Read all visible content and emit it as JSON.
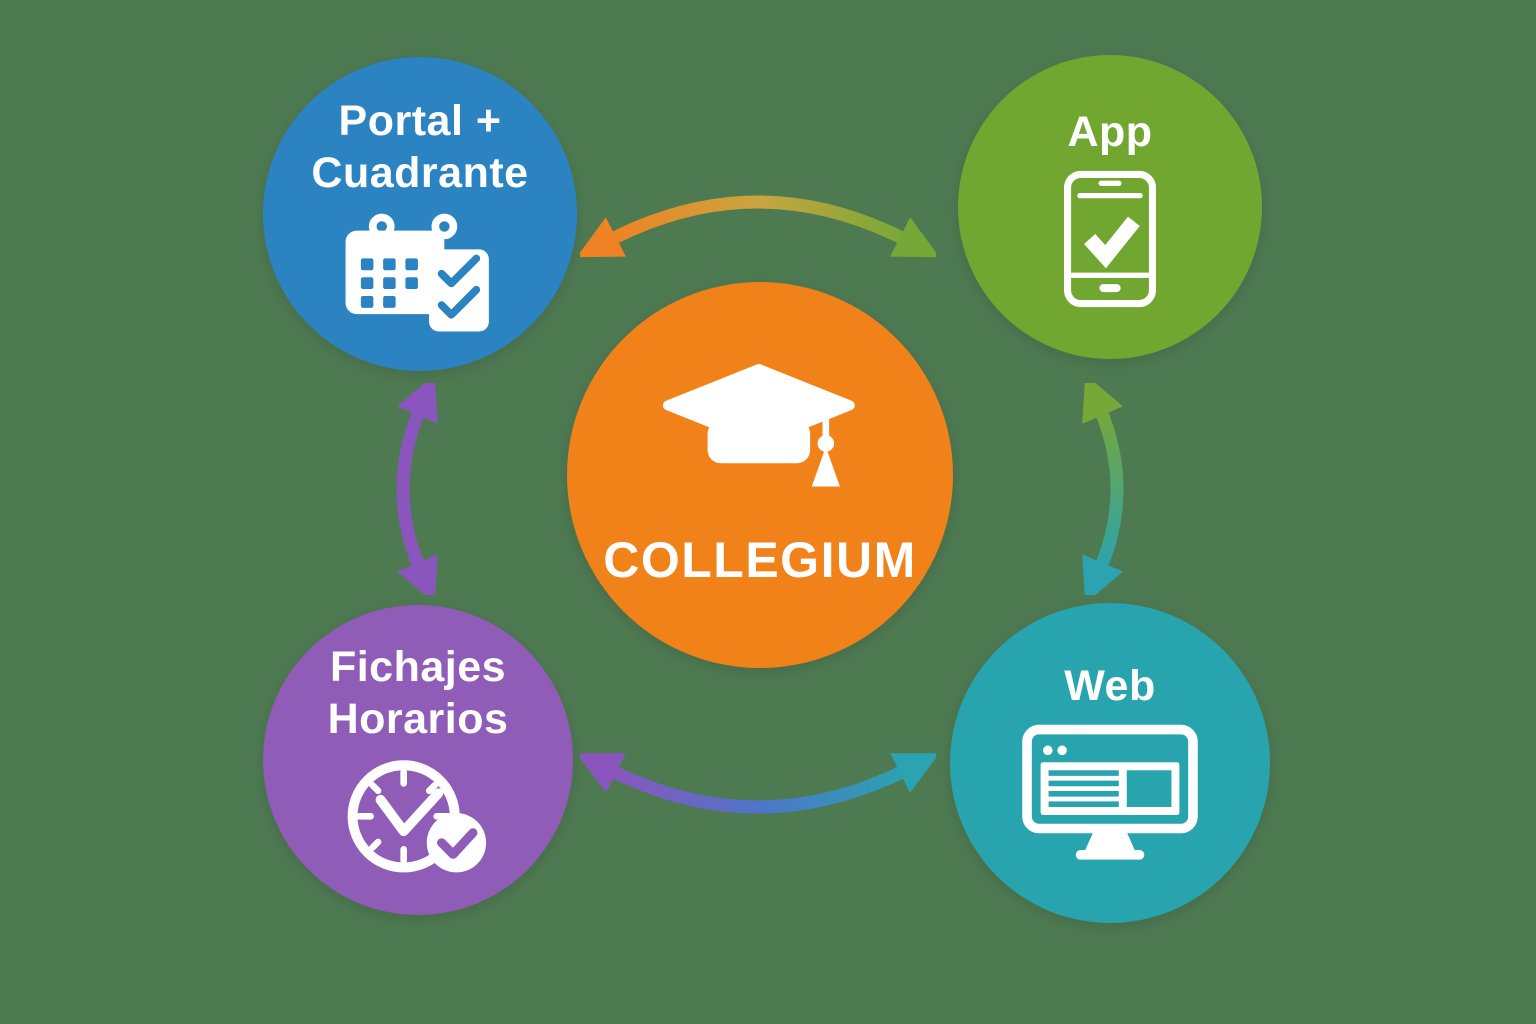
{
  "diagram_title": "COLLEGIUM platform connections diagram",
  "center": {
    "label": "COLLEGIUM",
    "icon": "graduation-cap-icon",
    "color": "#f08219"
  },
  "nodes": [
    {
      "id": "portal-cuadrante",
      "lines": [
        "Portal +",
        "Cuadrante"
      ],
      "icon": "calendar-checklist-icon",
      "color": "#2b83c2",
      "position": "top-left"
    },
    {
      "id": "app",
      "lines": [
        "App"
      ],
      "icon": "smartphone-check-icon",
      "color": "#71a730",
      "position": "top-right"
    },
    {
      "id": "fichajes-horarios",
      "lines": [
        "Fichajes",
        "Horarios"
      ],
      "icon": "clock-check-icon",
      "color": "#8f5cb8",
      "position": "bottom-left"
    },
    {
      "id": "web",
      "lines": [
        "Web"
      ],
      "icon": "monitor-icon",
      "color": "#28a4ae",
      "position": "bottom-right"
    }
  ],
  "arrows": [
    {
      "id": "top",
      "between": [
        "portal-cuadrante",
        "app"
      ],
      "direction": "bidirectional",
      "gradient": [
        "#ef8224",
        "#c9a53f",
        "#76a837"
      ]
    },
    {
      "id": "left",
      "between": [
        "portal-cuadrante",
        "fichajes-horarios"
      ],
      "direction": "bidirectional",
      "gradient": [
        "#8a56bd",
        "#8a56bd"
      ]
    },
    {
      "id": "right",
      "between": [
        "app",
        "web"
      ],
      "direction": "bidirectional",
      "gradient": [
        "#76a837",
        "#2ba3b0"
      ]
    },
    {
      "id": "bottom",
      "between": [
        "fichajes-horarios",
        "web"
      ],
      "direction": "bidirectional",
      "gradient": [
        "#8a56bd",
        "#4f74c9",
        "#2ba3b0"
      ]
    }
  ],
  "colors": {
    "bg": "#4e7a52",
    "blue": "#2b83c2",
    "green": "#71a730",
    "orange": "#f08219",
    "purple": "#8f5cb8",
    "teal": "#28a4ae",
    "arrow-orange": "#ef8224",
    "arrow-green": "#76a837",
    "arrow-purple": "#8a56bd",
    "arrow-teal": "#2ba3b0",
    "arrow-amber-mid": "#c9a53f",
    "arrow-blue-mid": "#4f74c9"
  }
}
